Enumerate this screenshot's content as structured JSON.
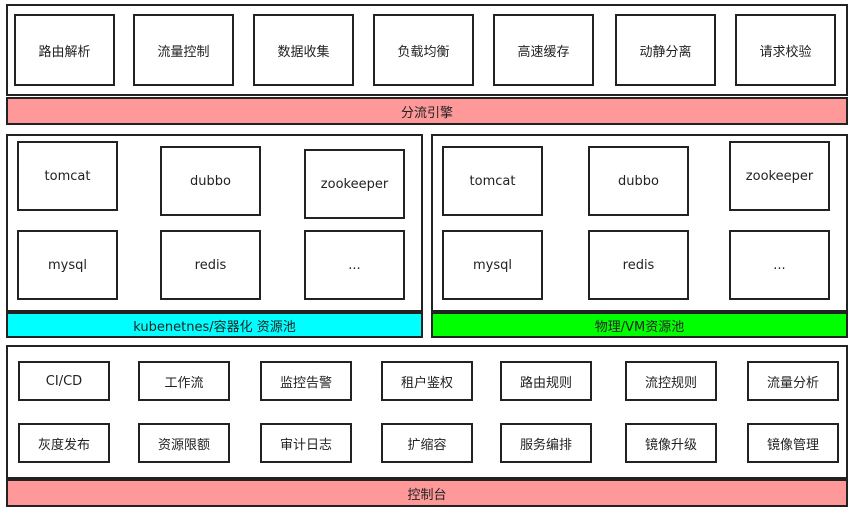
{
  "engine": {
    "modules": [
      "路由解析",
      "流量控制",
      "数据收集",
      "负载均衡",
      "高速缓存",
      "动静分离",
      "请求校验"
    ],
    "label": "分流引擎"
  },
  "k8s_pool": {
    "row1": [
      "tomcat",
      "dubbo",
      "zookeeper"
    ],
    "row2": [
      "mysql",
      "redis",
      "..."
    ],
    "label": "kubenetnes/容器化 资源池"
  },
  "vm_pool": {
    "row1": [
      "tomcat",
      "dubbo",
      "zookeeper"
    ],
    "row2": [
      "mysql",
      "redis",
      "..."
    ],
    "label": "物理/VM资源池"
  },
  "console": {
    "row1": [
      "CI/CD",
      "工作流",
      "监控告警",
      "租户鉴权",
      "路由规则",
      "流控规则",
      "流量分析"
    ],
    "row2": [
      "灰度发布",
      "资源限额",
      "审计日志",
      "扩缩容",
      "服务编排",
      "镜像升级",
      "镜像管理"
    ],
    "label": "控制台"
  },
  "colors": {
    "engine_bar": "#ff9999",
    "k8s_bar": "#00ffff",
    "vm_bar": "#00ff00",
    "console_bar": "#ff9999"
  }
}
